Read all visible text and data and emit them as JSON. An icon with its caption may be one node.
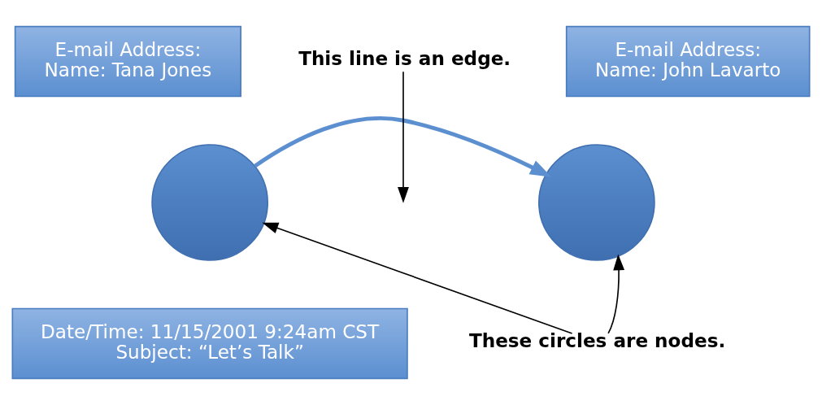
{
  "diagram": {
    "nodes": [
      {
        "text": [
          "E-mail Address:",
          "Name: Tana Jones"
        ]
      },
      {
        "text": [
          "E-mail Address:",
          "Name: John Lavarto"
        ]
      },
      {
        "text": [],
        "shape": "circle"
      },
      {
        "text": [],
        "shape": "circle"
      },
      {
        "text": [
          "Date/Time: 11/15/2001 9:24am CST",
          "Subject: “Let’s Talk”"
        ]
      },
      {
        "text": [
          "This line is an edge."
        ]
      },
      {
        "text": [
          "These circles are nodes."
        ]
      }
    ],
    "edges": [
      {
        "from": 2,
        "to": 3,
        "arrow": "to",
        "style": "thick",
        "color": "#5b8fd0"
      },
      {
        "from": 5,
        "to": null,
        "arrow": "to"
      },
      {
        "from": 6,
        "to": 2,
        "arrow": "to"
      },
      {
        "from": 6,
        "to": 3,
        "arrow": "to"
      }
    ]
  }
}
